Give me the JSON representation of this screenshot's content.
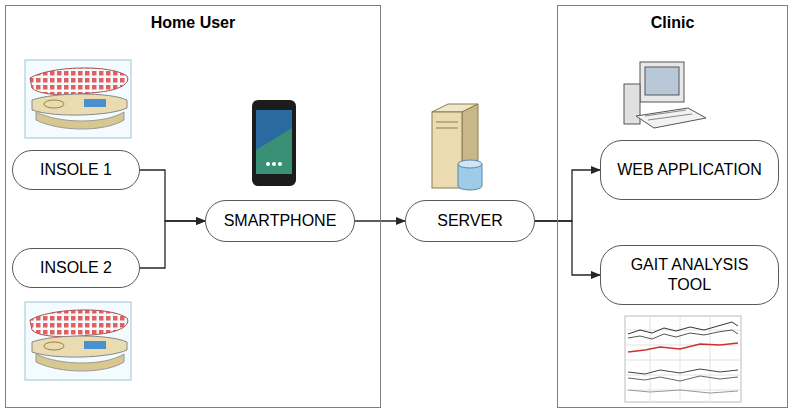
{
  "diagram": {
    "nodes": [
      {
        "text": [
          "Home User"
        ]
      },
      {
        "text": [
          "INSOLE 1"
        ],
        "in": 0
      },
      {
        "text": [
          "INSOLE 2"
        ],
        "in": 0
      },
      {
        "text": [
          "SMARTPHONE"
        ],
        "in": 0
      },
      {
        "text": [
          "SERVER"
        ]
      },
      {
        "text": [
          "Clinic"
        ]
      },
      {
        "text": [
          "WEB APPLICATION"
        ],
        "in": 5
      },
      {
        "text": [
          "GAIT ANALYSIS TOOL"
        ],
        "in": 5
      }
    ],
    "edges": [
      {
        "from": 1,
        "to": 3,
        "arrow": "to"
      },
      {
        "from": 2,
        "to": 3,
        "arrow": "to"
      },
      {
        "from": 3,
        "to": 4,
        "arrow": "to"
      },
      {
        "from": 4,
        "to": 6,
        "arrow": "to"
      },
      {
        "from": 4,
        "to": 7,
        "arrow": "to"
      }
    ]
  }
}
